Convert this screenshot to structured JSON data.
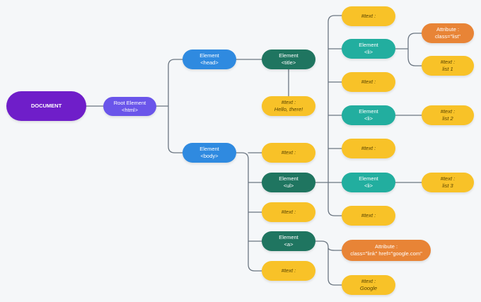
{
  "colors": {
    "document": "#6f1ec9",
    "root": "#6a55ea",
    "element_blue": "#2f8ae0",
    "element_dark_teal": "#1f7560",
    "element_teal": "#22ae9f",
    "text_node": "#f8c228",
    "attribute": "#e88436",
    "connector": "#6b7682"
  },
  "nodes": {
    "document": {
      "line1": "DOCUMENT"
    },
    "root": {
      "line1": "Root Element",
      "line2": "<html>"
    },
    "head": {
      "line1": "Element",
      "line2": "<head>"
    },
    "title": {
      "line1": "Element",
      "line2": "<title>"
    },
    "title_text": {
      "line1": "#text :",
      "line2": "Hello, there!"
    },
    "body": {
      "line1": "Element",
      "line2": "<body>"
    },
    "body_text1": {
      "line1": "#text :"
    },
    "ul": {
      "line1": "Element",
      "line2": "<ul>"
    },
    "body_text2": {
      "line1": "#text :"
    },
    "a": {
      "line1": "Element",
      "line2": "<a>"
    },
    "body_text3": {
      "line1": "#text :"
    },
    "ul_text1": {
      "line1": "#text :"
    },
    "li1": {
      "line1": "Element",
      "line2": "<li>"
    },
    "ul_text2": {
      "line1": "#text :"
    },
    "li2": {
      "line1": "Element",
      "line2": "<li>"
    },
    "ul_text3": {
      "line1": "#text :"
    },
    "li3": {
      "line1": "Element",
      "line2": "<li>"
    },
    "ul_text4": {
      "line1": "#text :"
    },
    "li1_attr": {
      "line1": "Attribute :",
      "line2": "class=\"list\""
    },
    "li1_text": {
      "line1": "#text :",
      "line2": "list 1"
    },
    "li2_text": {
      "line1": "#text :",
      "line2": "list 2"
    },
    "li3_text": {
      "line1": "#text :",
      "line2": "list 3"
    },
    "a_attr": {
      "line1": "Attribute :",
      "line2": "class=\"link\" href=\"google.com\""
    },
    "a_text": {
      "line1": "#text :",
      "line2": "Google"
    }
  }
}
